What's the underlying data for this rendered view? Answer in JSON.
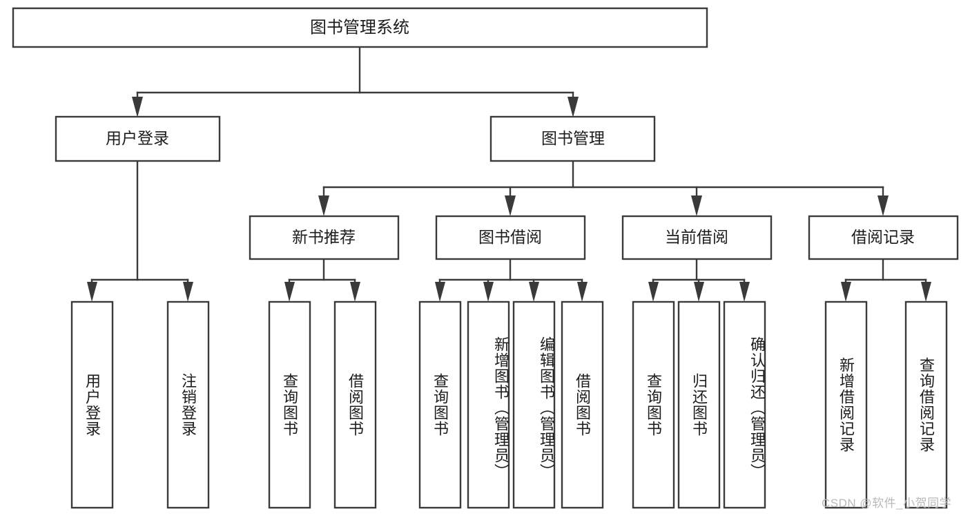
{
  "diagram": {
    "type": "tree",
    "title": "图书管理系统",
    "root": {
      "label": "图书管理系统",
      "children": [
        {
          "label": "用户登录",
          "children": [
            {
              "label": "用户登录"
            },
            {
              "label": "注销登录"
            }
          ]
        },
        {
          "label": "图书管理",
          "children": [
            {
              "label": "新书推荐",
              "children": [
                {
                  "label": "查询图书"
                },
                {
                  "label": "借阅图书"
                }
              ]
            },
            {
              "label": "图书借阅",
              "children": [
                {
                  "label": "查询图书"
                },
                {
                  "label": "新增图书（管理员）"
                },
                {
                  "label": "编辑图书（管理员）"
                },
                {
                  "label": "借阅图书"
                }
              ]
            },
            {
              "label": "当前借阅",
              "children": [
                {
                  "label": "查询图书"
                },
                {
                  "label": "归还图书"
                },
                {
                  "label": "确认归还（管理员）"
                }
              ]
            },
            {
              "label": "借阅记录",
              "children": [
                {
                  "label": "新增借阅记录"
                },
                {
                  "label": "查询借阅记录"
                }
              ]
            }
          ]
        }
      ]
    }
  },
  "nodes": {
    "root": "图书管理系统",
    "level1": {
      "user_login": "用户登录",
      "book_manage": "图书管理"
    },
    "level2": {
      "new_book_recommend": "新书推荐",
      "book_borrow": "图书借阅",
      "current_borrow": "当前借阅",
      "borrow_record": "借阅记录"
    },
    "leaves": {
      "user_login_1": "用户登录",
      "user_login_2": "注销登录",
      "recommend_1": "查询图书",
      "recommend_2": "借阅图书",
      "borrow_1": "查询图书",
      "borrow_2": "新增图书（管理员）",
      "borrow_3": "编辑图书（管理员）",
      "borrow_4": "借阅图书",
      "current_1": "查询图书",
      "current_2": "归还图书",
      "current_3": "确认归还（管理员）",
      "record_1": "新增借阅记录",
      "record_2": "查询借阅记录"
    }
  },
  "watermark": {
    "text": "CSDN @软件_小贺同学"
  },
  "colors": {
    "stroke": "#3a3a3a",
    "fill": "#ffffff",
    "text": "#1c1c1c",
    "watermark": "#b9b9b9"
  }
}
